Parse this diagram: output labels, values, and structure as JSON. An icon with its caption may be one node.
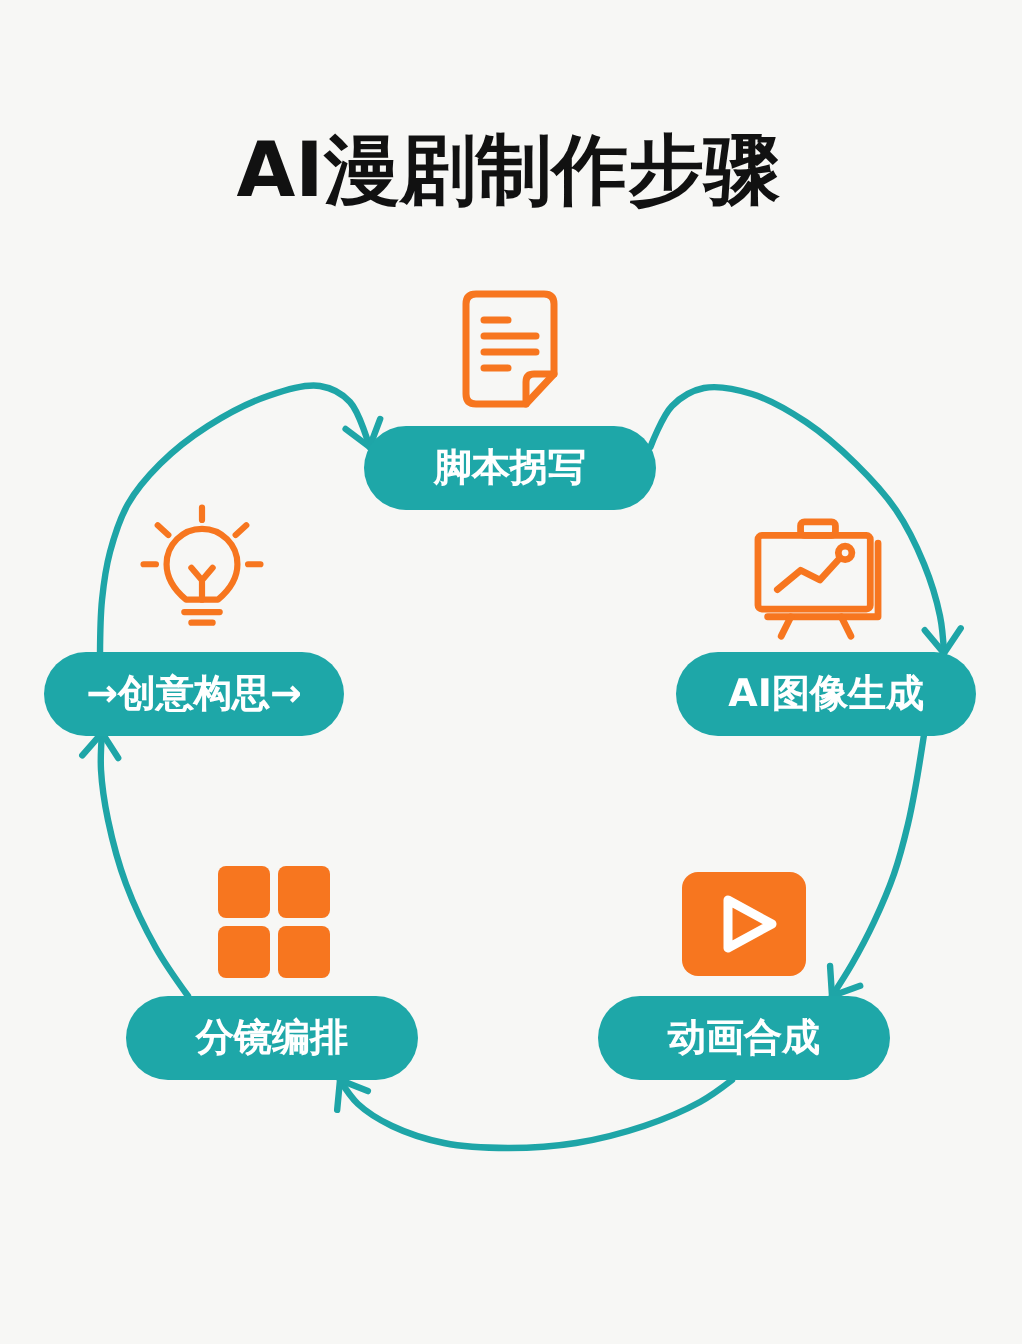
{
  "diagram": {
    "title": "AI漫剧制作步骤",
    "nodes": [
      {
        "text": [
          "脚本拐写"
        ]
      },
      {
        "text": [
          "AI图像生成"
        ]
      },
      {
        "text": [
          "动画合成"
        ]
      },
      {
        "text": [
          "分镜编排"
        ]
      },
      {
        "text": [
          "→创意构思→"
        ]
      }
    ],
    "edges": [
      {
        "from": 0,
        "to": 1,
        "arrow": "to"
      },
      {
        "from": 1,
        "to": 2,
        "arrow": "to"
      },
      {
        "from": 2,
        "to": 3,
        "arrow": "to"
      },
      {
        "from": 3,
        "to": 4,
        "arrow": "to"
      },
      {
        "from": 4,
        "to": 0,
        "arrow": "to"
      }
    ]
  }
}
